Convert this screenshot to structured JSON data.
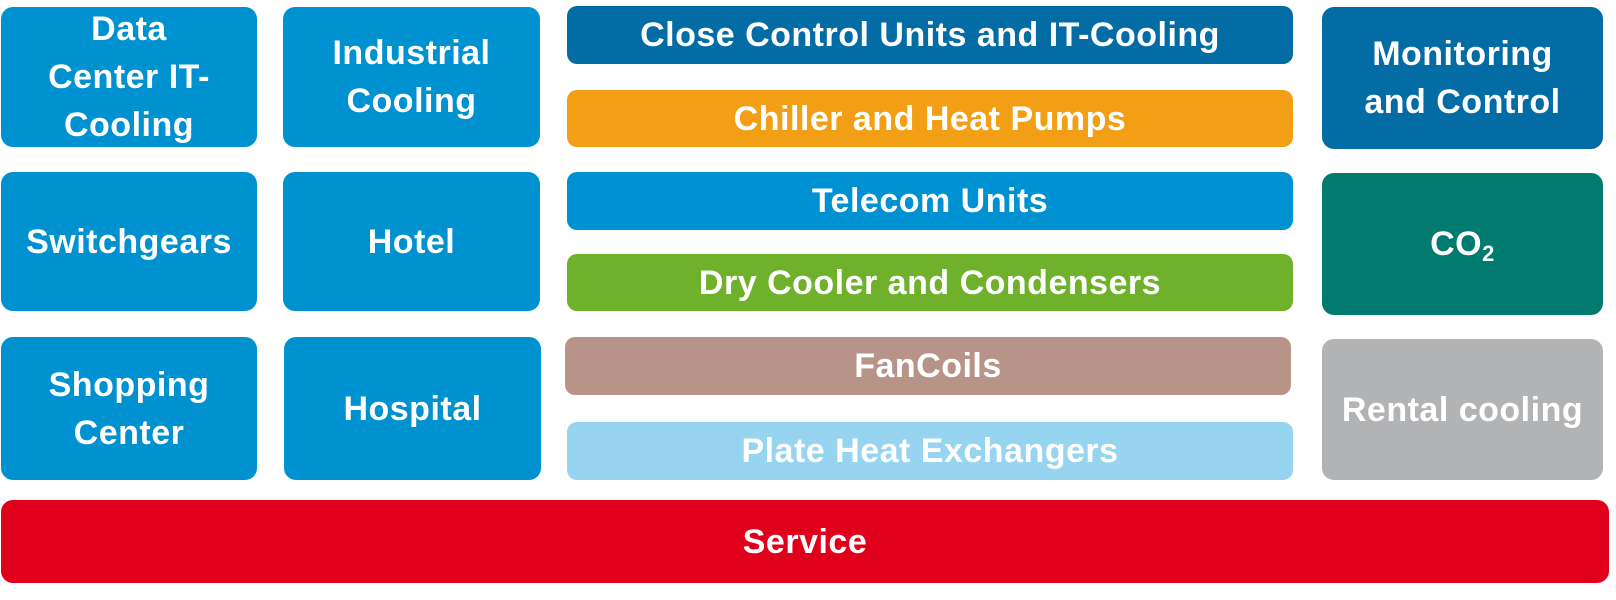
{
  "segments": {
    "data_center": "Data Center IT-Cooling",
    "industrial": "Industrial Cooling",
    "switchgears": "Switchgears",
    "hotel": "Hotel",
    "shopping": "Shopping Center",
    "hospital": "Hospital"
  },
  "products": {
    "close_control": "Close Control Units and IT-Cooling",
    "chiller": "Chiller and Heat Pumps",
    "telecom": "Telecom Units",
    "dry_cooler": "Dry Cooler and Condensers",
    "fancoils": "FanCoils",
    "plate": "Plate Heat Exchangers"
  },
  "right": {
    "monitoring": "Monitoring and Control",
    "co2_main": "CO",
    "co2_sub": "2",
    "rental": "Rental cooling"
  },
  "service": "Service",
  "colors": {
    "segment_blue": "#0091d0",
    "dark_blue": "#036ca5",
    "orange": "#f39f16",
    "telecom_blue": "#0091d3",
    "green": "#70b12b",
    "brown": "#b89488",
    "light_blue": "#97d4f0",
    "teal": "#017a70",
    "grey": "#b2b3b5",
    "red": "#e1001b"
  }
}
